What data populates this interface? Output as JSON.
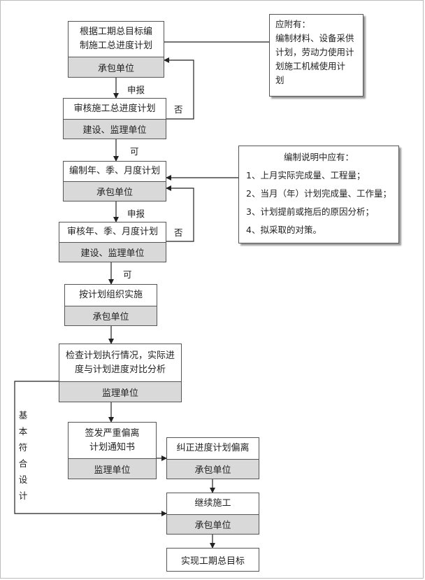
{
  "nodes": {
    "n1": {
      "lines": [
        "根据工期总目标编",
        "制施工总进度计划"
      ],
      "unit": "承包单位"
    },
    "n2": {
      "text": "审核施工总进度计划",
      "unit": "建设、监理单位"
    },
    "n3": {
      "text": "编制年、季、月度计划",
      "unit": "承包单位"
    },
    "n4": {
      "text": "审核年、季、月度计划",
      "unit": "建设、监理单位"
    },
    "n5": {
      "text": "按计划组织实施",
      "unit": "承包单位"
    },
    "n6": {
      "lines": [
        "检查计划执行情况，实际进",
        "度与计划进度对比分析"
      ],
      "unit": "监理单位"
    },
    "n7": {
      "lines": [
        "签发严重偏离",
        "计划通知书"
      ],
      "unit": "监理单位"
    },
    "n8": {
      "text": "纠正进度计划偏离",
      "unit": "承包单位"
    },
    "n9": {
      "text": "继续施工",
      "unit": "承包单位"
    },
    "n10": {
      "text": "实现工期总目标"
    }
  },
  "note1": {
    "lines": [
      "应附有：",
      "编制材料、设备采供",
      "计划，劳动力使用计",
      "划施工机械使用计",
      "划"
    ]
  },
  "note2": {
    "title": "编制说明中应有：",
    "items": [
      "1、上月实际完成量、工程量；",
      "2、当月（年）计划完成量、工作量；",
      "3、计划提前或拖后的原因分析；",
      "4、拟采取的对策。"
    ]
  },
  "labels": {
    "report1": "申报",
    "no1": "否",
    "ok1": "可",
    "report2": "申报",
    "no2": "否",
    "ok2": "可",
    "basic": [
      "基",
      "本",
      "符",
      "合",
      "设",
      "计"
    ]
  }
}
